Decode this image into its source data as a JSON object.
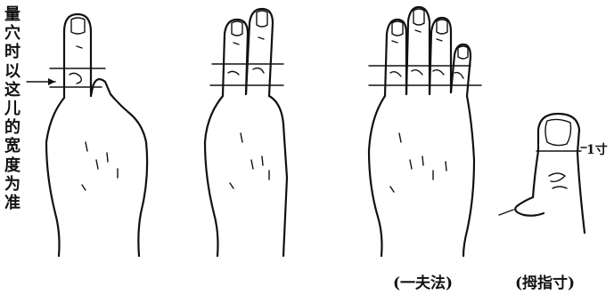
{
  "side_label": "量穴时以这儿的宽度为准",
  "cun_label": "1寸",
  "captions": {
    "one_fu_method": "(一夫法)",
    "thumb_cun": "(拇指寸)"
  },
  "colors": {
    "ink": "#111111",
    "background": "#ffffff"
  }
}
